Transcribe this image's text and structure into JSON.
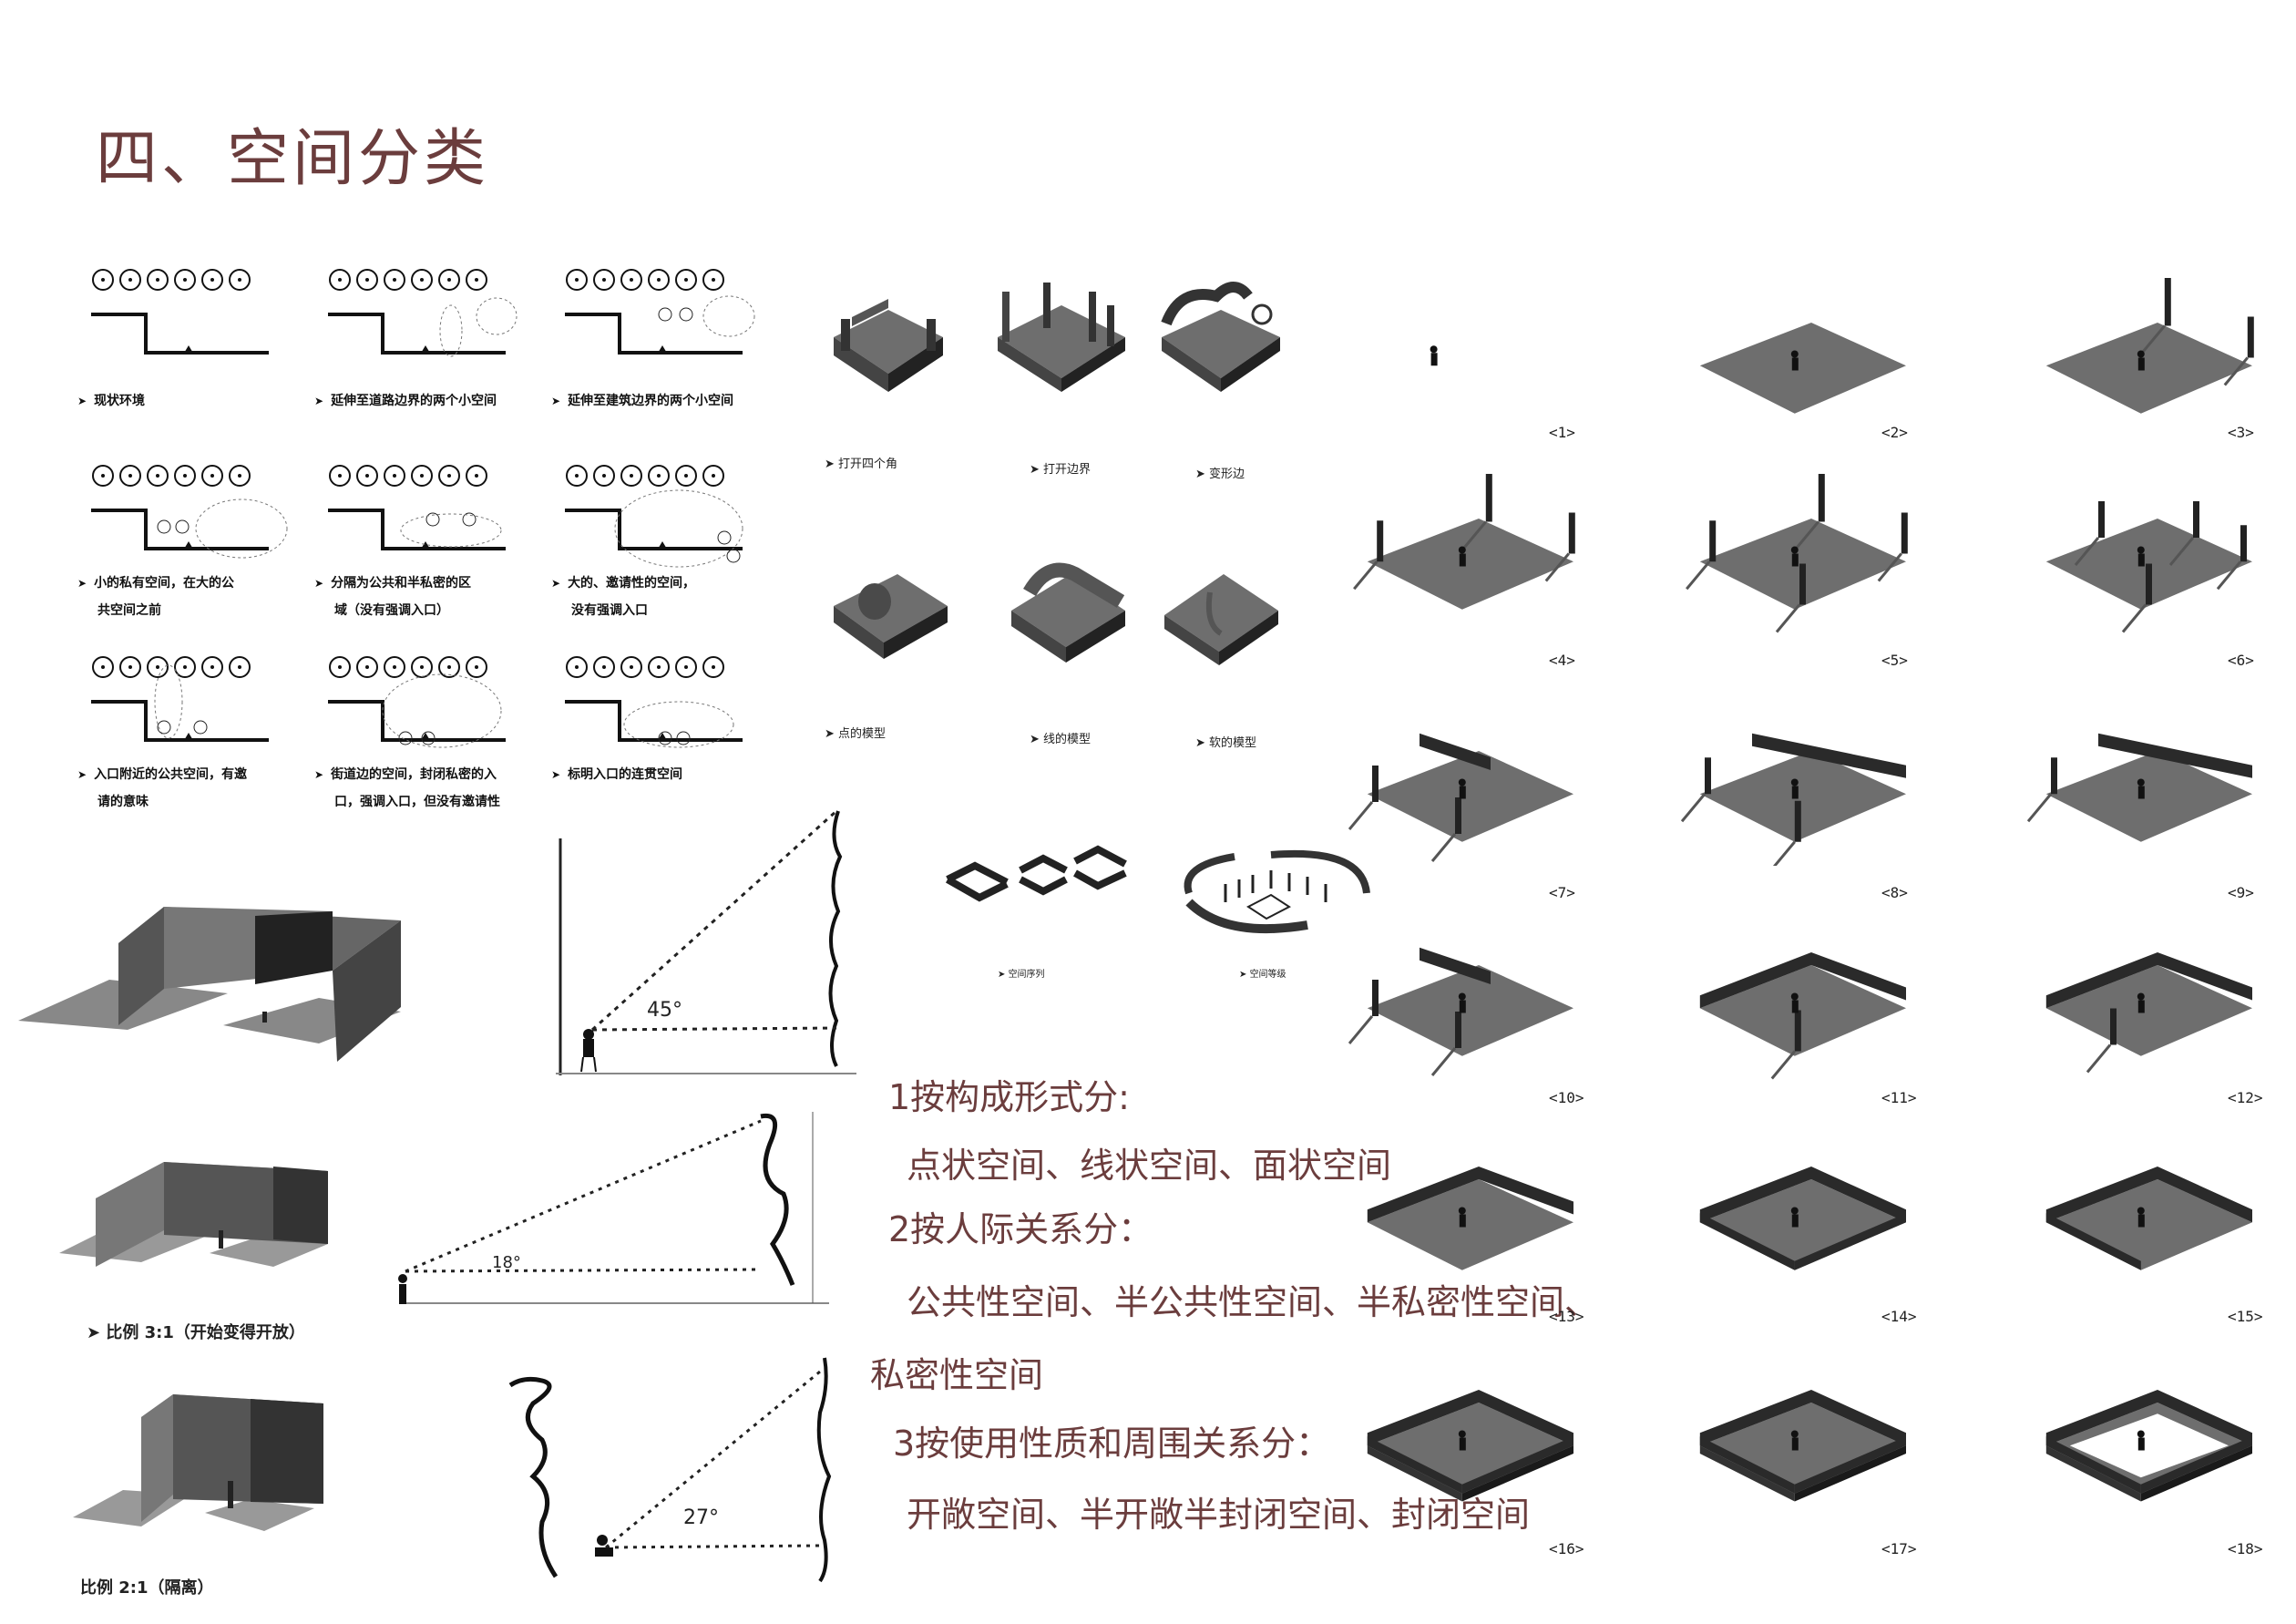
{
  "title": "四、空间分类",
  "diagrams": [
    {
      "caption1": "现状环境",
      "caption2": ""
    },
    {
      "caption1": "延伸至道路边界的两个小空间",
      "caption2": ""
    },
    {
      "caption1": "延伸至建筑边界的两个小空间",
      "caption2": ""
    },
    {
      "caption1": "小的私有空间，在大的公",
      "caption2": "共空间之前"
    },
    {
      "caption1": "分隔为公共和半私密的区",
      "caption2": "域（没有强调入口）"
    },
    {
      "caption1": "大的、邀请性的空间，",
      "caption2": "没有强调入口"
    },
    {
      "caption1": "入口附近的公共空间，有邀",
      "caption2": "请的意味"
    },
    {
      "caption1": "街道边的空间，封闭私密的入",
      "caption2": "口，强调入口，但没有邀请性"
    },
    {
      "caption1": "标明入口的连贯空间",
      "caption2": ""
    }
  ],
  "models": {
    "row1": [
      "打开四个角",
      "打开边界",
      "变形边"
    ],
    "row2": [
      "点的模型",
      "线的模型",
      "软的模型"
    ],
    "row3": [
      "空间序列",
      "空间等级"
    ]
  },
  "angles": {
    "a1": "45°",
    "a2": "18°",
    "a3": "27°"
  },
  "ratios": {
    "r1": "比例 3:1（开始变得开放）",
    "r2": "比例 2:1（隔离）"
  },
  "classification": {
    "h1": "1按构成形式分:",
    "l1": "点状空间、线状空间、面状空间",
    "h2": "2按人际关系分：",
    "l2a": "公共性空间、半公共性空间、半私密性空间、",
    "l2b": "私密性空间",
    "h3": "3按使用性质和周围关系分：",
    "l3": "开敞空间、半开敞半封闭空间、封闭空间"
  },
  "grid_labels": [
    "<1>",
    "<2>",
    "<3>",
    "<4>",
    "<5>",
    "<6>",
    "<7>",
    "<8>",
    "<9>",
    "<10>",
    "<11>",
    "<12>",
    "<13>",
    "<14>",
    "<15>",
    "<16>",
    "<17>",
    "<18>"
  ],
  "colors": {
    "title": "#6b3d3d",
    "plane": "#6e6e6e",
    "wall": "#3a3a3a"
  }
}
